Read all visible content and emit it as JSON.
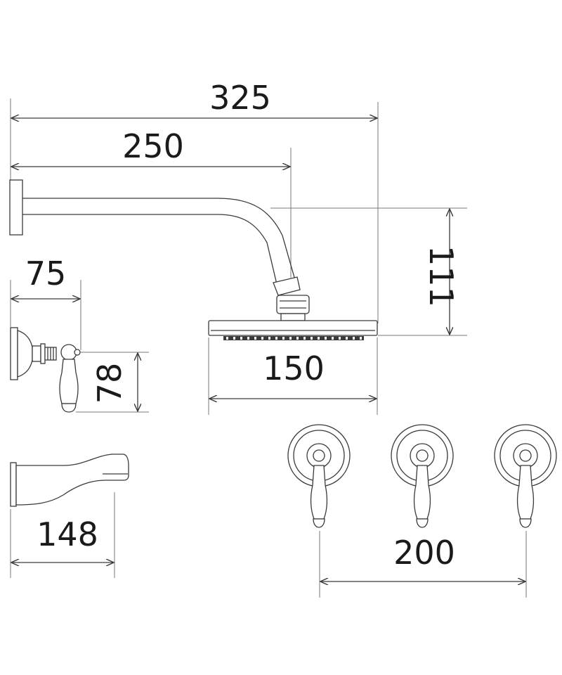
{
  "dimensions": {
    "overall_width": "325",
    "arm_reach": "250",
    "arm_drop": "111",
    "head_width": "150",
    "handle_projection": "75",
    "handle_height": "78",
    "spout_projection": "148",
    "valve_spacing": "200"
  },
  "colors": {
    "line": "#3a3a3a",
    "text": "#1a1a1a",
    "background": "#ffffff"
  }
}
